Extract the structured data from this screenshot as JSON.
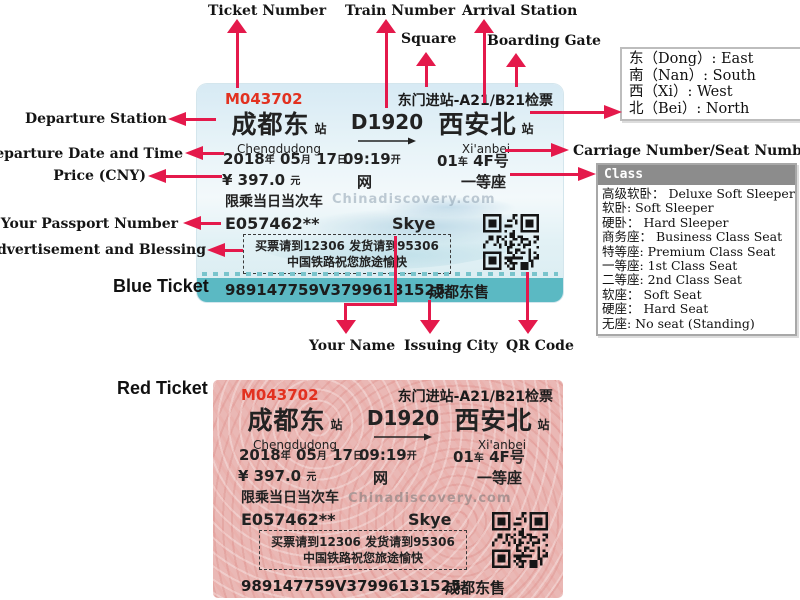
{
  "colors": {
    "arrow": "#e4194b",
    "ticket_number_red": "#e23120",
    "blue_ticket_bg": "#e7f3f8",
    "blue_strip_teal": "#5bb9c3",
    "red_ticket_bg": "#eab8b5",
    "class_header_bg": "#8c8c8c"
  },
  "labels": {
    "ticket_number": "Ticket Number",
    "train_number": "Train Number",
    "arrival_station": "Arrival Station",
    "square": "Square",
    "boarding_gate": "Boarding Gate",
    "departure_station": "Departure Station",
    "departure_datetime": "Departure Date and Time",
    "price": "Price (CNY)",
    "passport": "Your Passport Number",
    "advertisement": "Advertisement and Blessing",
    "blue_ticket": "Blue Ticket",
    "red_ticket": "Red Ticket",
    "your_name": "Your Name",
    "issuing_city": "Issuing City",
    "qr_code": "QR Code",
    "carriage_seat": "Carriage Number/Seat Number"
  },
  "directions_box": {
    "lines": [
      "东（Dong）: East",
      "南（Nan）: South",
      "西（Xi）: West",
      "北（Bei）: North"
    ]
  },
  "class_box": {
    "title": "Class",
    "items": [
      "高级软卧： Deluxe Soft Sleeper",
      "软卧: Soft Sleeper",
      "硬卧： Hard Sleeper",
      "商务座： Business Class Seat",
      "特等座: Premium Class Seat",
      "一等座: 1st Class Seat",
      "二等座: 2nd Class Seat",
      "软座： Soft Seat",
      "硬座： Hard Seat",
      "无座: No seat (Standing)"
    ]
  },
  "ticket": {
    "number": "M043702",
    "gate": "东门进站-A21/B21检票",
    "departure": {
      "name": "成都东",
      "suffix": "站",
      "pinyin": "Chengdudong"
    },
    "train": "D1920",
    "arrival": {
      "name": "西安北",
      "suffix": "站",
      "pinyin": "Xi'anbei"
    },
    "date": {
      "year": "2018",
      "year_u": "年",
      "month": "05",
      "month_u": "月",
      "day": "17",
      "day_u": "日"
    },
    "time": "09:19",
    "time_u": "开",
    "carriage": "01",
    "carriage_u": "车",
    "seat": "4F",
    "seat_u": "号",
    "price_symbol": "¥",
    "price": "397.0",
    "price_u": "元",
    "channel": "网",
    "seat_class": "一等座",
    "notice": "限乘当日当次车",
    "passport": "E057462**",
    "passenger_name": "Skye",
    "ad_line1": "买票请到12306 发货请到95306",
    "ad_line2": "中国铁路祝您旅途愉快",
    "serial": "989147759V37996131525",
    "issuer": "成都东售",
    "watermark": "Chinadiscovery.com"
  }
}
